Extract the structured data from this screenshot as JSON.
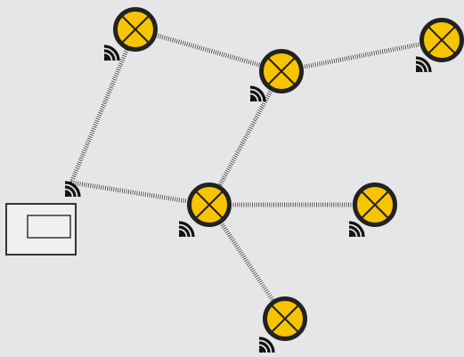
{
  "colors": {
    "background": "#e6e6e8",
    "lamp_fill": "#f7c400",
    "lamp_ring": "#222222",
    "link_stripe": "#444444",
    "link_base": "#ffffff",
    "signal_icon": "#111111",
    "controller_outline": "#333333",
    "controller_fill": "#f0f0f0"
  },
  "diagram": {
    "controller": {
      "id": "controller",
      "icon": "wall-controller-icon",
      "wireless": true
    },
    "nodes": [
      {
        "id": "lamp-top",
        "icon": "light-bulb-icon",
        "wireless": true
      },
      {
        "id": "lamp-center-right",
        "icon": "light-bulb-icon",
        "wireless": true
      },
      {
        "id": "lamp-far-right",
        "icon": "light-bulb-icon",
        "wireless": true
      },
      {
        "id": "lamp-hub",
        "icon": "light-bulb-icon",
        "wireless": true
      },
      {
        "id": "lamp-right",
        "icon": "light-bulb-icon",
        "wireless": true
      },
      {
        "id": "lamp-bottom",
        "icon": "light-bulb-icon",
        "wireless": true
      }
    ],
    "links": [
      [
        "controller",
        "lamp-top"
      ],
      [
        "controller",
        "lamp-hub"
      ],
      [
        "lamp-top",
        "lamp-center-right"
      ],
      [
        "lamp-center-right",
        "lamp-far-right"
      ],
      [
        "lamp-center-right",
        "lamp-hub"
      ],
      [
        "lamp-hub",
        "lamp-right"
      ],
      [
        "lamp-hub",
        "lamp-bottom"
      ]
    ]
  }
}
